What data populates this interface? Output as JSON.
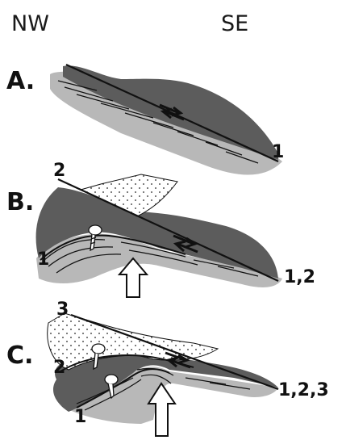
{
  "header": {
    "left": "NW",
    "right": "SE"
  },
  "panels": [
    {
      "label": "A.",
      "fault_labels": {
        "right": "1"
      }
    },
    {
      "label": "B.",
      "fault_labels": {
        "top": "2",
        "left": "1",
        "right": "1,2"
      }
    },
    {
      "label": "C.",
      "fault_labels": {
        "top": "3",
        "mid": "2",
        "left": "1",
        "right": "1,2,3"
      }
    }
  ],
  "colors": {
    "dark_unit": "#5c5c5c",
    "light_unit": "#b8b8b8",
    "line": "#111111",
    "stipple": "#ffffff"
  }
}
